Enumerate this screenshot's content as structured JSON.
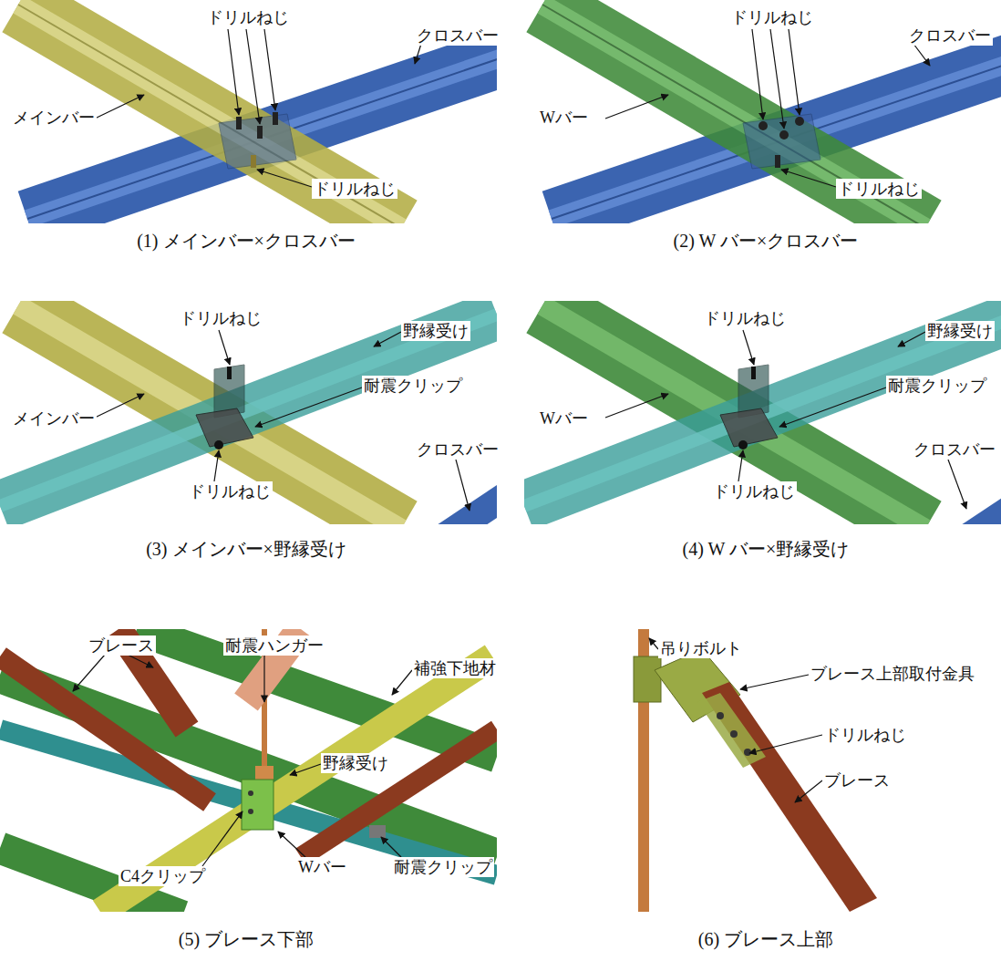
{
  "diagram": {
    "labels": [
      "ドリルねじ",
      "メインバー",
      "クロスバー",
      "ドリルねじ",
      "(1) メインバー×クロスバー",
      "ドリルねじ",
      "Wバー",
      "クロスバー",
      "ドリルねじ",
      "(2) W バー×クロスバー",
      "ドリルねじ",
      "野縁受け",
      "メインバー",
      "耐震クリップ",
      "クロスバー",
      "ドリルねじ",
      "(3) メインバー×野縁受け",
      "ドリルねじ",
      "野縁受け",
      "Wバー",
      "耐震クリップ",
      "クロスバー",
      "ドリルねじ",
      "(4) W バー×野縁受け",
      "ブレース",
      "耐震ハンガー",
      "補強下地材",
      "野縁受け",
      "C4クリップ",
      "Wバー",
      "耐震クリップ",
      "(5) ブレース下部",
      "吊りボルト",
      "ブレース上部取付金具",
      "ドリルねじ",
      "ブレース",
      "(6) ブレース上部"
    ]
  }
}
